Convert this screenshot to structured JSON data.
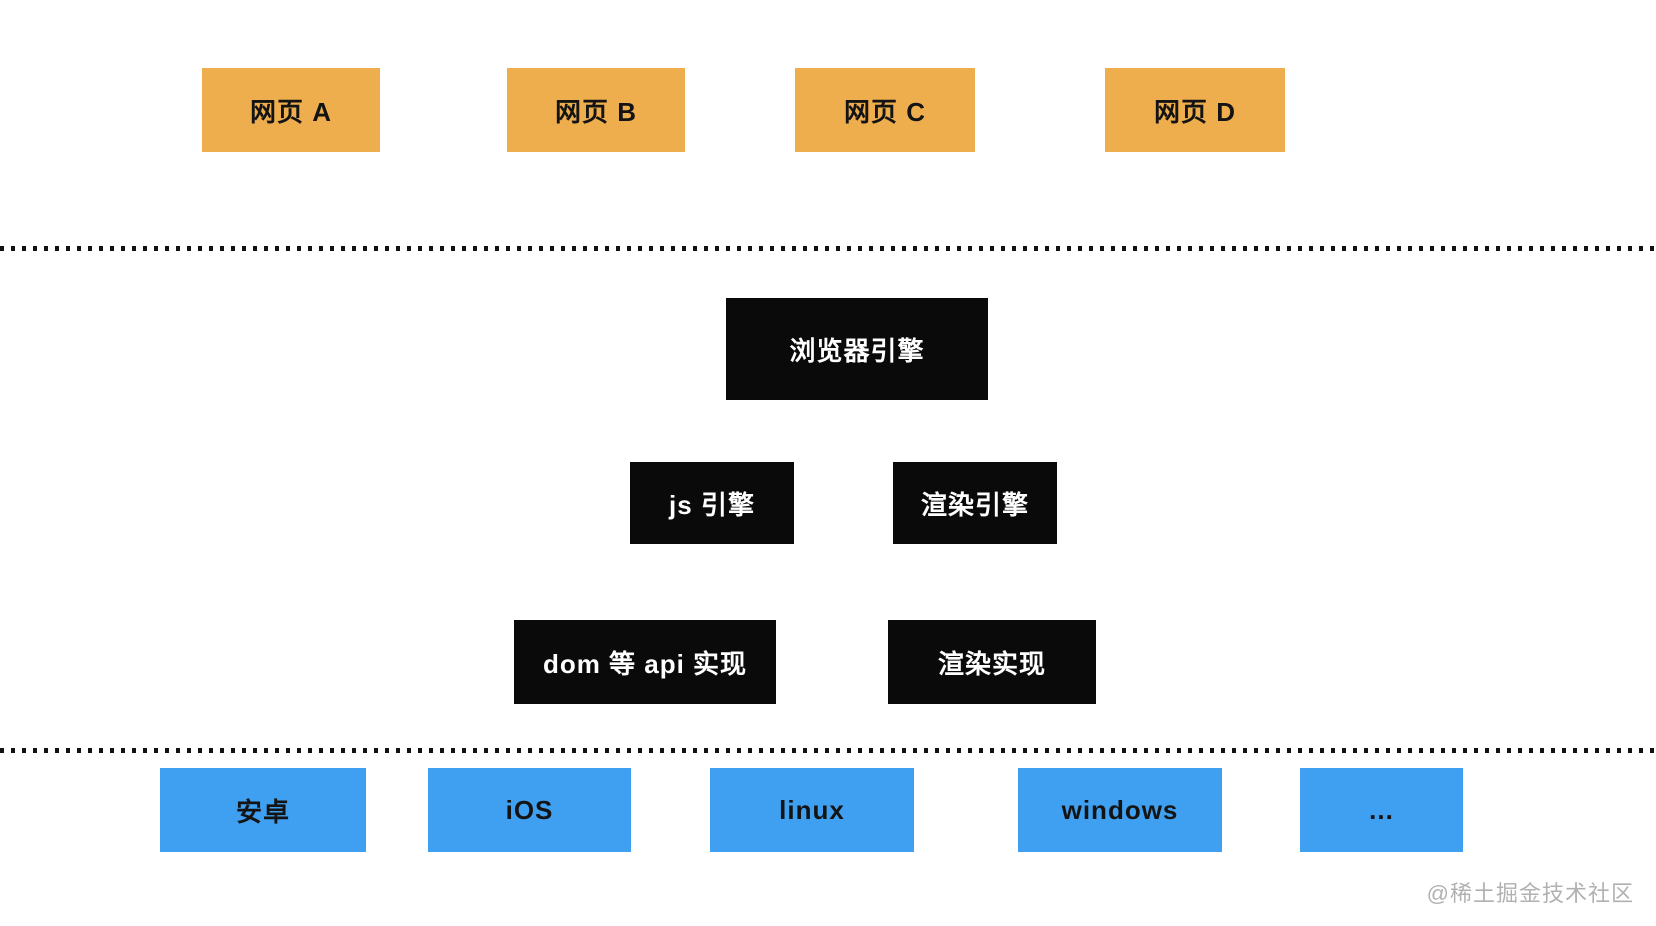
{
  "colors": {
    "page_box": "#EFAE4E",
    "engine_box": "#0A0A0A",
    "platform_box": "#3F9FF0",
    "dot_line": "#111111",
    "watermark": "#B3B1B0"
  },
  "diagram": {
    "web_pages": [
      {
        "label": "网页 A"
      },
      {
        "label": "网页 B"
      },
      {
        "label": "网页 C"
      },
      {
        "label": "网页 D"
      }
    ],
    "browser_engine": {
      "label": "浏览器引擎"
    },
    "engines": [
      {
        "label": "js 引擎"
      },
      {
        "label": "渲染引擎"
      }
    ],
    "implementations": [
      {
        "label": "dom 等 api 实现"
      },
      {
        "label": "渲染实现"
      }
    ],
    "platforms": [
      {
        "label": "安卓"
      },
      {
        "label": "iOS"
      },
      {
        "label": "linux"
      },
      {
        "label": "windows"
      },
      {
        "label": "..."
      }
    ],
    "watermark": {
      "label": "@稀土掘金技术社区"
    }
  }
}
